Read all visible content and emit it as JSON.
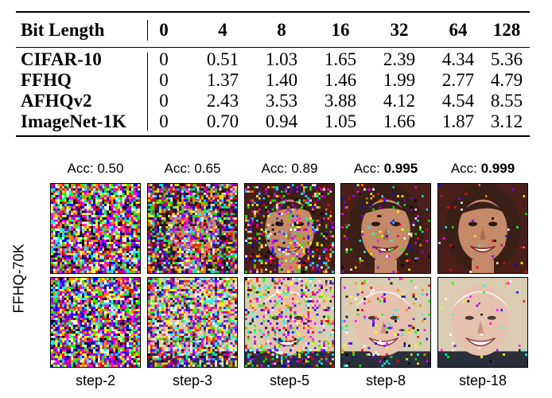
{
  "table": {
    "header": [
      "Bit Length",
      "0",
      "4",
      "8",
      "16",
      "32",
      "64",
      "128"
    ],
    "rows": [
      {
        "name": "CIFAR-10",
        "values": [
          "0",
          "0.51",
          "1.03",
          "1.65",
          "2.39",
          "4.34",
          "5.36"
        ]
      },
      {
        "name": "FFHQ",
        "values": [
          "0",
          "1.37",
          "1.40",
          "1.46",
          "1.99",
          "2.77",
          "4.79"
        ]
      },
      {
        "name": "AFHQv2",
        "values": [
          "0",
          "2.43",
          "3.53",
          "3.88",
          "4.12",
          "4.54",
          "8.55"
        ]
      },
      {
        "name": "ImageNet-1K",
        "values": [
          "0",
          "0.70",
          "0.94",
          "1.05",
          "1.66",
          "1.87",
          "3.12"
        ]
      }
    ]
  },
  "figure": {
    "row_label": "FFHQ-70K",
    "columns": [
      {
        "acc_prefix": "Acc: ",
        "acc_value": "0.50",
        "acc_bold": false,
        "step": "step-2"
      },
      {
        "acc_prefix": "Acc: ",
        "acc_value": "0.65",
        "acc_bold": false,
        "step": "step-3"
      },
      {
        "acc_prefix": "Acc: ",
        "acc_value": "0.89",
        "acc_bold": false,
        "step": "step-5"
      },
      {
        "acc_prefix": "Acc: ",
        "acc_value": "0.995",
        "acc_bold": true,
        "step": "step-8"
      },
      {
        "acc_prefix": "Acc: ",
        "acc_value": "0.999",
        "acc_bold": true,
        "step": "step-18"
      }
    ],
    "noise_levels": [
      1.0,
      0.75,
      0.3,
      0.08,
      0.02
    ],
    "colors": {
      "face1_skin": "#c48a6a",
      "face1_hair": "#3a1f17",
      "face1_bg": "#4a1f1a",
      "face2_skin": "#e6c2ae",
      "face2_hair": "#f2f2f0",
      "face2_bg": "#d9ccb0",
      "face2_shirt": "#2b2f3a"
    }
  }
}
